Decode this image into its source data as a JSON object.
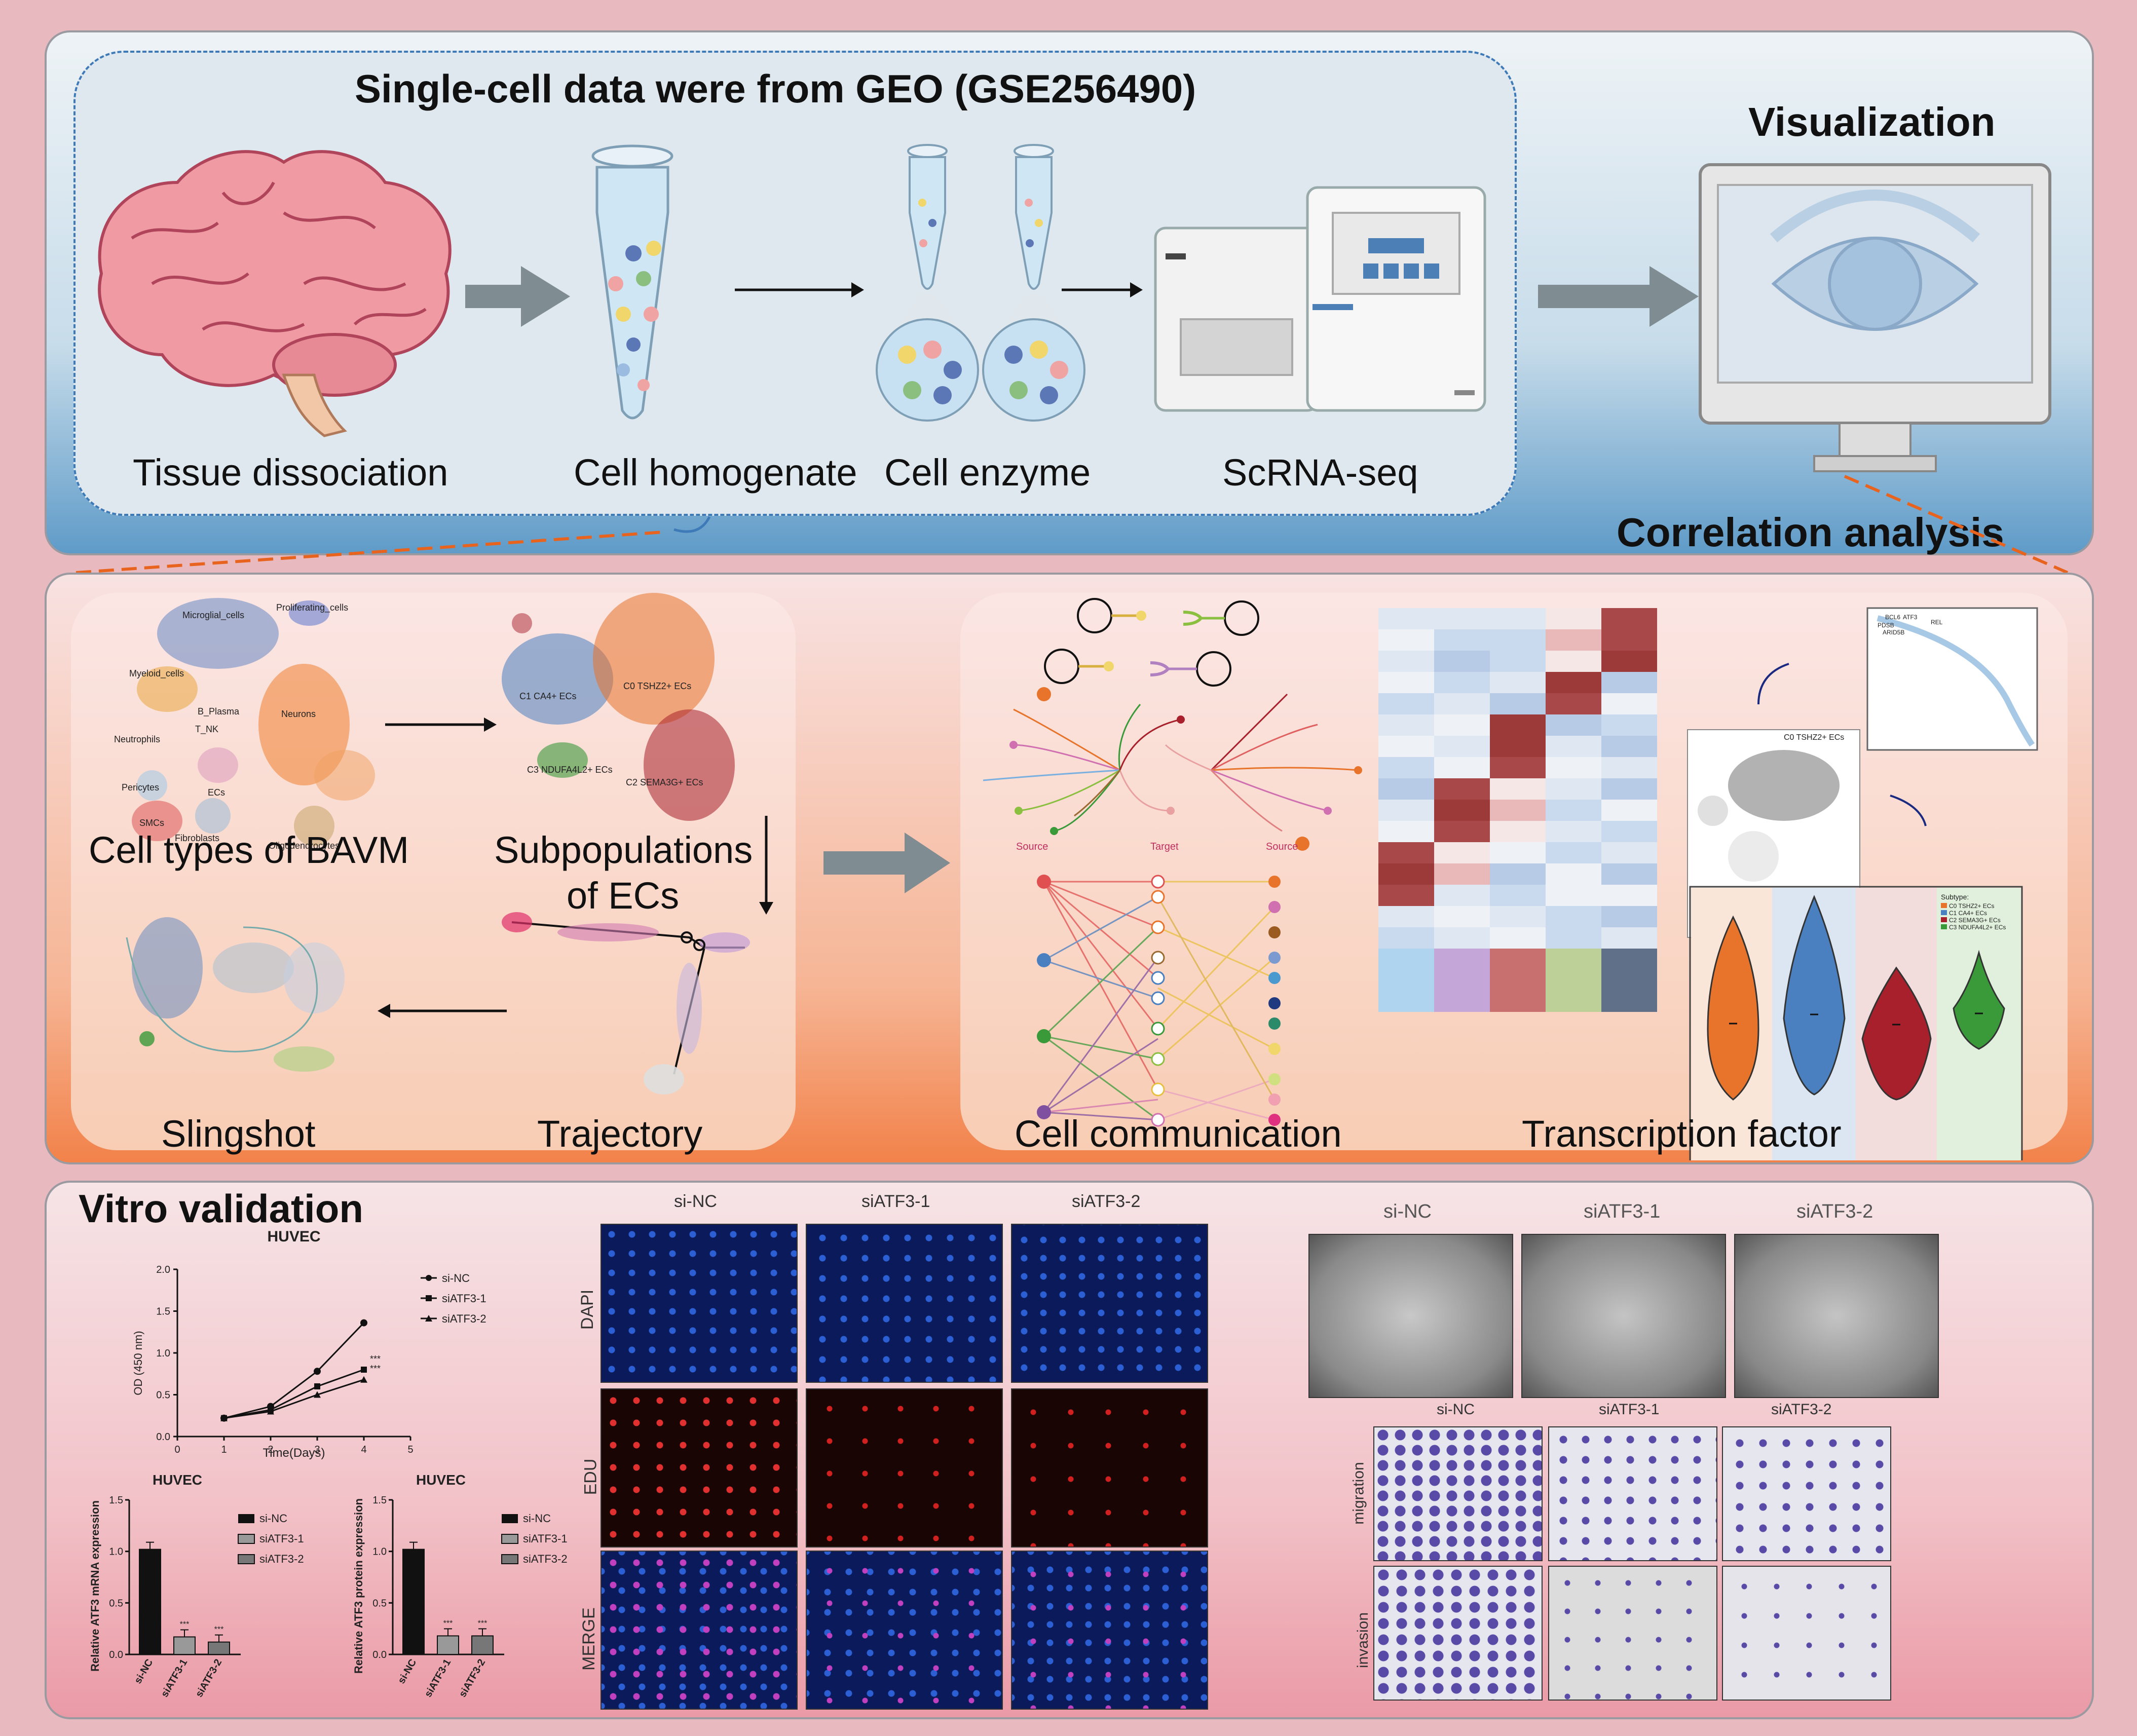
{
  "top": {
    "title": "Single-cell data were from GEO (GSE256490)",
    "steps": [
      "Tissue dissociation",
      "Cell homogenate",
      "Cell enzyme",
      "ScRNA-seq"
    ],
    "visualization": "Visualization",
    "correlation": "Correlation analysis"
  },
  "middle": {
    "umap_labels": [
      "Microglial_cells",
      "Proliferating_cells",
      "Myeloid_cells",
      "B_Plasma",
      "T_NK",
      "Neutrophils",
      "Neurons",
      "Pericytes",
      "ECs",
      "SMCs",
      "Fibroblasts",
      "Oligodendrocytes"
    ],
    "ec_labels": [
      "C0 TSHZ2+ ECs",
      "C1 CA4+ ECs",
      "C3 NDUFA4L2+ ECs",
      "C2 SEMA3G+ ECs"
    ],
    "captions": {
      "cell_types": "Cell types of BAVM",
      "subpop_1": "Subpopulations",
      "subpop_2": "of ECs",
      "slingshot": "Slingshot",
      "trajectory": "Trajectory",
      "cell_comm": "Cell communication",
      "tf": "Transcription factor"
    },
    "comm_labels": {
      "source": "Source",
      "target": "Target"
    },
    "tf_small": {
      "genes": [
        "BCL6",
        "ATF3",
        "REL",
        "PDSB",
        "ARID5B"
      ],
      "umap_title": "C0 TSHZ2+ ECs",
      "legend_title": "Subtype:",
      "legend": [
        "C0 TSHZ2+ ECs",
        "C1 CA4+ ECs",
        "C2 SEMA3G+ ECs",
        "C3 NDUFA4L2+ ECs"
      ]
    },
    "colors": {
      "c0": "#e8732a",
      "c1": "#4a7fc0",
      "c2": "#a8202c",
      "c3": "#3a9a3a"
    }
  },
  "bottom": {
    "title": "Vitro validation",
    "line_chart": {
      "title": "HUVEC",
      "ylabel": "OD (450 nm)",
      "xlabel": "Time(Days)",
      "legend": [
        "si-NC",
        "siATF3-1",
        "siATF3-2"
      ],
      "stars": "***"
    },
    "bar_mrna": {
      "title": "HUVEC",
      "ylabel": "Relative ATF3 mRNA expression",
      "legend": [
        "si-NC",
        "siATF3-1",
        "siATF3-2"
      ],
      "stars": "***"
    },
    "bar_protein": {
      "title": "HUVEC",
      "ylabel": "Relative ATF3 protein expression",
      "legend": [
        "si-NC",
        "siATF3-1",
        "siATF3-2"
      ],
      "stars": "***"
    },
    "edu": {
      "cols": [
        "si-NC",
        "siATF3-1",
        "siATF3-2"
      ],
      "rows": [
        "DAPI",
        "EDU",
        "MERGE"
      ]
    },
    "wound": {
      "cols": [
        "si-NC",
        "siATF3-1",
        "siATF3-2"
      ]
    },
    "transwell": {
      "cols": [
        "si-NC",
        "siATF3-1",
        "siATF3-2"
      ],
      "rows": [
        "migration",
        "invasion"
      ]
    }
  },
  "chart_data": [
    {
      "type": "line",
      "title": "HUVEC",
      "xlabel": "Time(Days)",
      "ylabel": "OD (450 nm)",
      "xlim": [
        0,
        5
      ],
      "ylim": [
        0,
        2.0
      ],
      "xticks": [
        0,
        1,
        2,
        3,
        4,
        5
      ],
      "yticks": [
        0,
        0.5,
        1.0,
        1.5,
        2.0
      ],
      "x": [
        1,
        2,
        3,
        4
      ],
      "series": [
        {
          "name": "si-NC",
          "values": [
            0.22,
            0.36,
            0.78,
            1.36
          ]
        },
        {
          "name": "siATF3-1",
          "values": [
            0.22,
            0.32,
            0.6,
            0.8
          ]
        },
        {
          "name": "siATF3-2",
          "values": [
            0.22,
            0.3,
            0.5,
            0.68
          ]
        }
      ]
    },
    {
      "type": "bar",
      "title": "HUVEC",
      "ylabel": "Relative ATF3 mRNA expression",
      "categories": [
        "si-NC",
        "siATF3-1",
        "siATF3-2"
      ],
      "values": [
        1.02,
        0.17,
        0.12
      ],
      "ylim": [
        0,
        1.5
      ],
      "yticks": [
        0,
        0.5,
        1.0,
        1.5
      ]
    },
    {
      "type": "bar",
      "title": "HUVEC",
      "ylabel": "Relative ATF3 protein expression",
      "categories": [
        "si-NC",
        "siATF3-1",
        "siATF3-2"
      ],
      "values": [
        1.02,
        0.18,
        0.18
      ],
      "ylim": [
        0,
        1.5
      ],
      "yticks": [
        0,
        0.5,
        1.0,
        1.5
      ]
    }
  ]
}
